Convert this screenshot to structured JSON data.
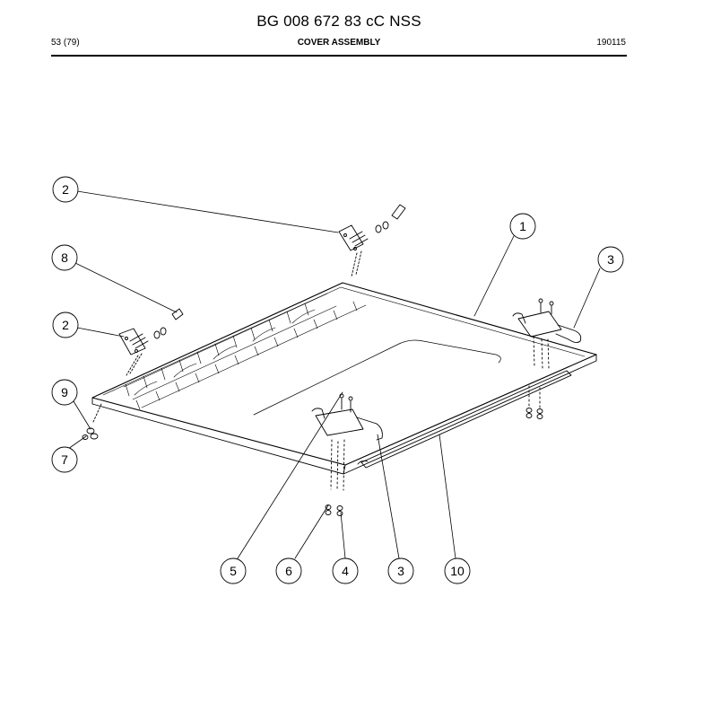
{
  "header": {
    "document_id": "BG 008 672 83 cC NSS",
    "page": "53 (79)",
    "section_title": "COVER ASSEMBLY",
    "date_code": "190115"
  },
  "callouts": [
    {
      "id": "c2a",
      "label": "2"
    },
    {
      "id": "c8",
      "label": "8"
    },
    {
      "id": "c2b",
      "label": "2"
    },
    {
      "id": "c9",
      "label": "9"
    },
    {
      "id": "c7",
      "label": "7"
    },
    {
      "id": "c1",
      "label": "1"
    },
    {
      "id": "c3a",
      "label": "3"
    },
    {
      "id": "c5",
      "label": "5"
    },
    {
      "id": "c6",
      "label": "6"
    },
    {
      "id": "c4",
      "label": "4"
    },
    {
      "id": "c3b",
      "label": "3"
    },
    {
      "id": "c10",
      "label": "10"
    }
  ]
}
